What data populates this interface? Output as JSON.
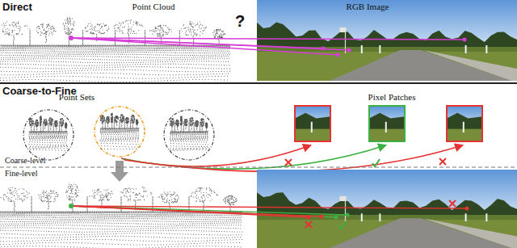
{
  "diagram": {
    "nodes": [
      {
        "text": [
          "Point Cloud"
        ]
      },
      {
        "text": [
          "RGB Image"
        ]
      }
    ],
    "labels": [
      "Direct",
      "?",
      "Coarse-to-Fine",
      "Point Sets",
      "Pixel Patches",
      "Coarse-level",
      "Fine-level"
    ]
  }
}
